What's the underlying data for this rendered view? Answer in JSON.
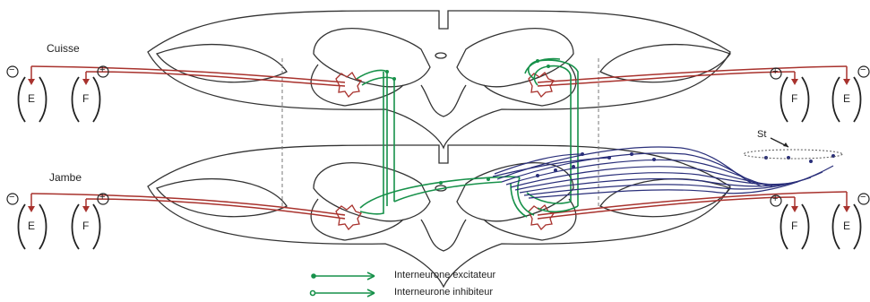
{
  "labels": {
    "cuisse": "Cuisse",
    "jambe": "Jambe",
    "st": "St"
  },
  "muscles": {
    "extensor": "E",
    "flexor": "F"
  },
  "signs": {
    "minus": "−",
    "plus": "+"
  },
  "legend": {
    "excitatory": "Interneurone excitateur",
    "inhibitory": "Interneurone inhibiteur"
  },
  "colors": {
    "motor_neuron": "#a8322d",
    "interneuron": "#17914a",
    "afferent": "#2a2f7a",
    "outline": "#333333"
  }
}
